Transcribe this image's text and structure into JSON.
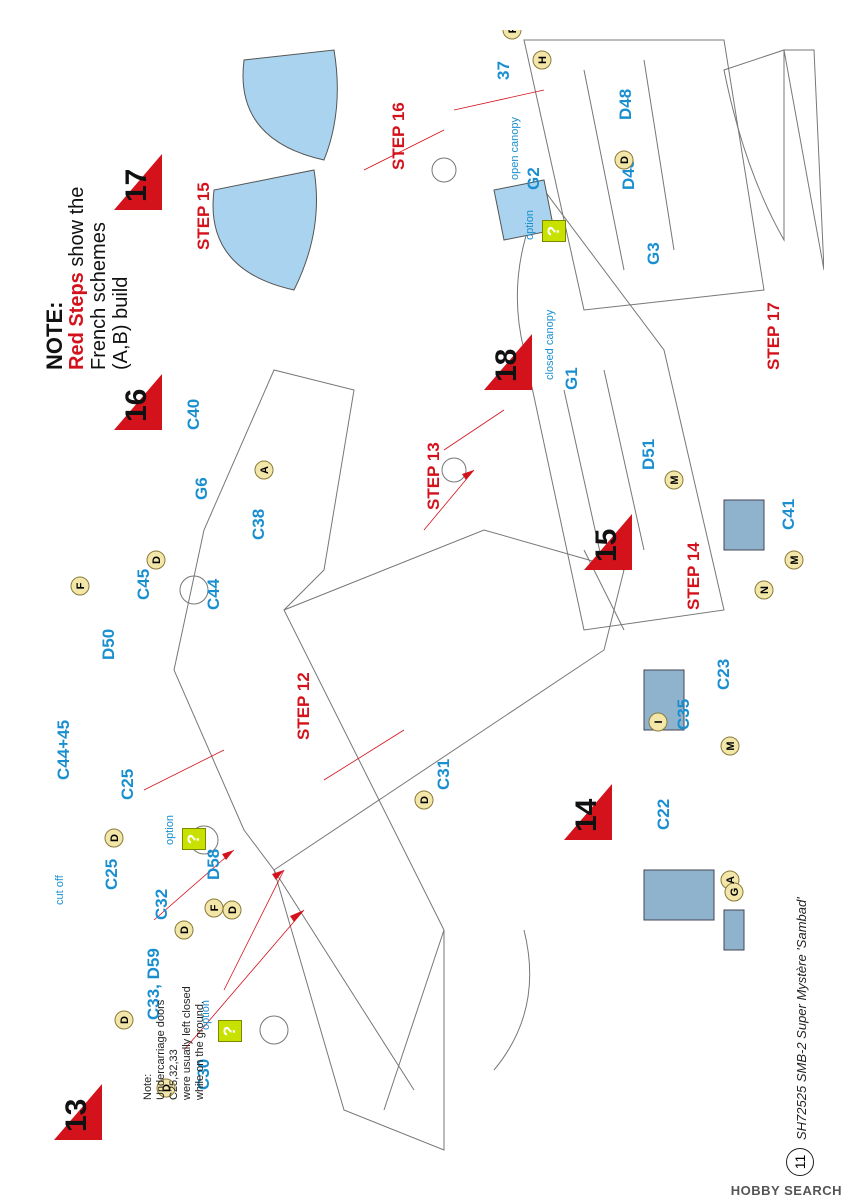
{
  "flags": {
    "s13": "13",
    "s14": "14",
    "s15": "15",
    "s16": "16",
    "s17": "17",
    "s18": "18"
  },
  "steps": {
    "step12": "STEP 12",
    "step13": "STEP 13",
    "step14": "STEP 14",
    "step15": "STEP 15",
    "step16": "STEP 16",
    "step17": "STEP 17"
  },
  "parts": {
    "c30": "C30",
    "c33d59": "C33, D59",
    "c32": "C32",
    "d58": "D58",
    "c25a": "C25",
    "c25b": "C25",
    "c44_45": "C44+45",
    "d50": "D50",
    "c45": "C45",
    "c44": "C44",
    "c31": "C31",
    "c22": "C22",
    "c35": "C35",
    "c23": "C23",
    "c38": "C38",
    "g6": "G6",
    "c40": "C40",
    "d51": "D51",
    "c41": "C41",
    "g1": "G1",
    "g2": "G2",
    "g3": "G3",
    "d48a": "D48",
    "d48b": "D48",
    "p37": "37"
  },
  "small": {
    "option1": "option",
    "option2": "option",
    "option3": "option",
    "cutoff": "cut off",
    "closed_canopy": "closed canopy",
    "open_canopy": "open canopy"
  },
  "note13": {
    "line1": "Note:",
    "line2": "Undercarriage doors C25,32,33",
    "line3": "were usually left closed",
    "line4": "while on the ground."
  },
  "bignote": {
    "title": "NOTE:",
    "red": "Red Steps",
    "rest1": " show the",
    "rest2": "French schemes",
    "rest3": "(A,B) build"
  },
  "paints": [
    "D",
    "D",
    "D",
    "F",
    "D",
    "D",
    "F",
    "D",
    "D",
    "I",
    "M",
    "A",
    "G",
    "A",
    "M",
    "N",
    "M",
    "F",
    "H",
    "D"
  ],
  "footer": "SH72525 SMB-2 Super Mystère 'Sambad'",
  "page_number": "11",
  "watermark": "HOBBY SEARCH",
  "colors": {
    "blue": "#1a8fd0",
    "red": "#d4121b",
    "option": "#c8e100",
    "paint": "#f2e6a8",
    "canopy": "#a9d3ee"
  }
}
